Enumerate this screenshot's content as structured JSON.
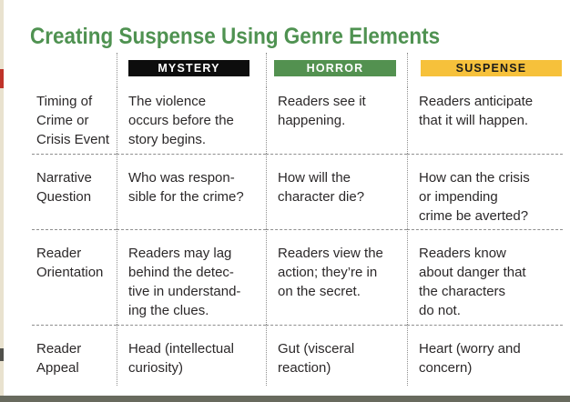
{
  "title": {
    "text": "Creating Suspense Using Genre Elements",
    "color": "#4f9251"
  },
  "table": {
    "headers": [
      {
        "label": "MYSTERY",
        "bg": "#0d0d0d",
        "fg": "#ffffff"
      },
      {
        "label": "HORROR",
        "bg": "#539150",
        "fg": "#ffffff"
      },
      {
        "label": "SUSPENSE",
        "bg": "#f6c13b",
        "fg": "#1c1c1a"
      }
    ],
    "rows": [
      {
        "label": "Timing of\nCrime or\nCrisis Event",
        "mystery": "The violence\noccurs before the\nstory begins.",
        "horror": "Readers see it\nhappening.",
        "suspense": "Readers anticipate\nthat it will happen."
      },
      {
        "label": "Narrative\nQuestion",
        "mystery": "Who was respon-\nsible for the crime?",
        "horror": "How will the\ncharacter die?",
        "suspense": "How can the crisis\nor impending\ncrime be averted?"
      },
      {
        "label": "Reader\nOrientation",
        "mystery": "Readers may lag\nbehind the detec-\ntive in understand-\ning the clues.",
        "horror": "Readers view the\naction; they’re in\non the secret.",
        "suspense": "Readers know\nabout danger that\nthe characters\ndo not."
      },
      {
        "label": "Reader\nAppeal",
        "mystery": "Head (intellectual\ncuriosity)",
        "horror": "Gut (visceral\nreaction)",
        "suspense": "Heart (worry and\nconcern)"
      }
    ]
  },
  "decor": {
    "page_edge_color": "#e9e2cf",
    "red_mark_color": "#bf3329",
    "dark_mark_color": "#50504b",
    "bottom_band_color": "#686a5e",
    "divider_color": "#8f8f8f"
  }
}
